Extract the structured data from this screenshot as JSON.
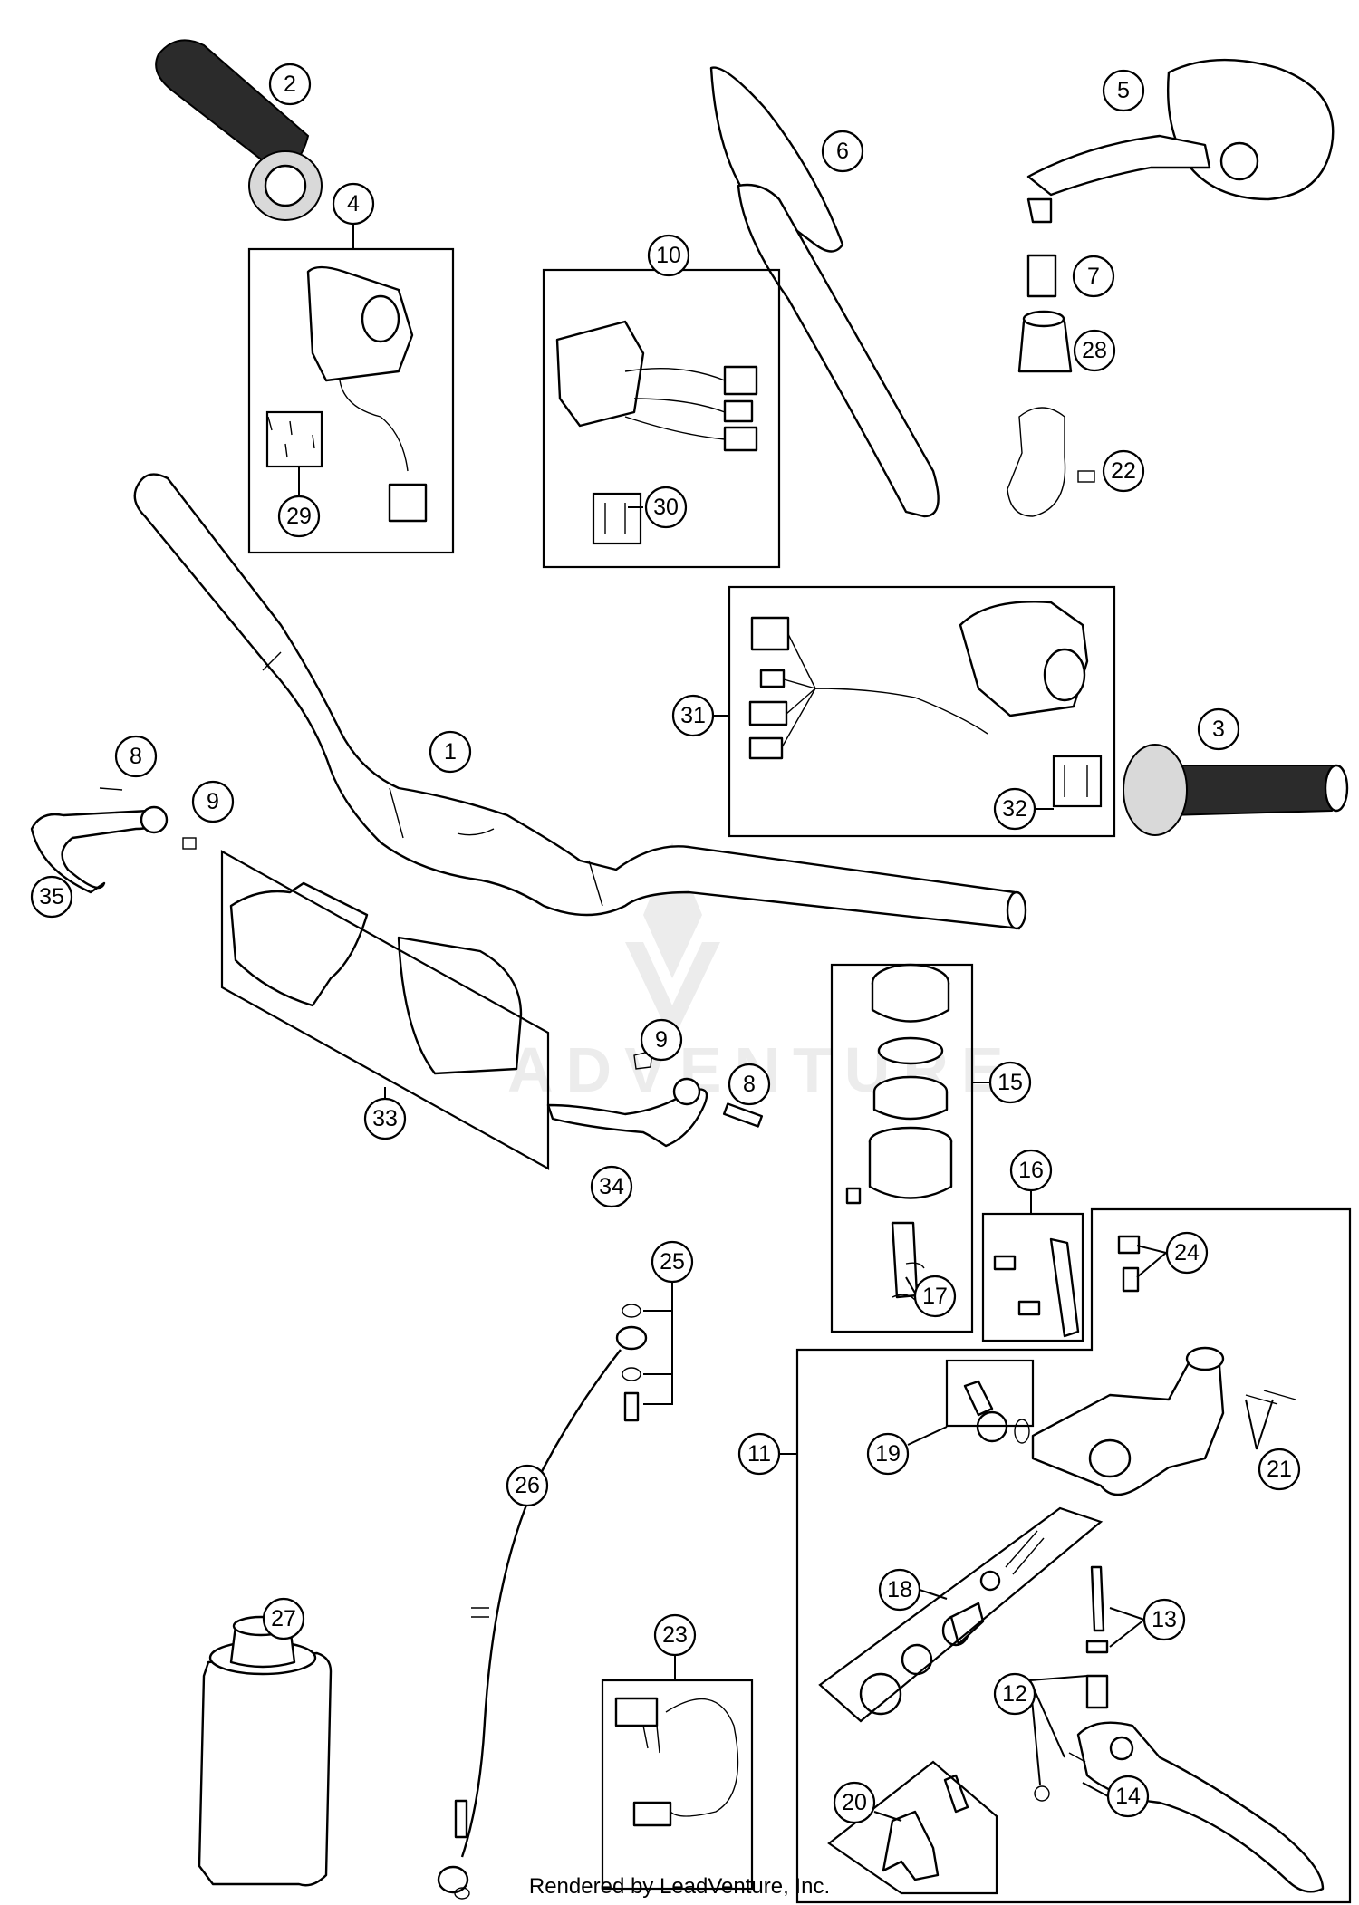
{
  "footer": "Rendered by LeadVenture, Inc.",
  "watermark": {
    "text": "ADVENTURE"
  },
  "callouts": [
    {
      "id": "c1",
      "label": "1"
    },
    {
      "id": "c2",
      "label": "2"
    },
    {
      "id": "c3",
      "label": "3"
    },
    {
      "id": "c4",
      "label": "4"
    },
    {
      "id": "c5",
      "label": "5"
    },
    {
      "id": "c6",
      "label": "6"
    },
    {
      "id": "c7",
      "label": "7"
    },
    {
      "id": "c8a",
      "label": "8"
    },
    {
      "id": "c8b",
      "label": "8"
    },
    {
      "id": "c9a",
      "label": "9"
    },
    {
      "id": "c9b",
      "label": "9"
    },
    {
      "id": "c10",
      "label": "10"
    },
    {
      "id": "c11",
      "label": "11"
    },
    {
      "id": "c12",
      "label": "12"
    },
    {
      "id": "c13",
      "label": "13"
    },
    {
      "id": "c14",
      "label": "14"
    },
    {
      "id": "c15",
      "label": "15"
    },
    {
      "id": "c16",
      "label": "16"
    },
    {
      "id": "c17",
      "label": "17"
    },
    {
      "id": "c18",
      "label": "18"
    },
    {
      "id": "c19",
      "label": "19"
    },
    {
      "id": "c20",
      "label": "20"
    },
    {
      "id": "c21",
      "label": "21"
    },
    {
      "id": "c22",
      "label": "22"
    },
    {
      "id": "c23",
      "label": "23"
    },
    {
      "id": "c24",
      "label": "24"
    },
    {
      "id": "c25",
      "label": "25"
    },
    {
      "id": "c26",
      "label": "26"
    },
    {
      "id": "c27",
      "label": "27"
    },
    {
      "id": "c28",
      "label": "28"
    },
    {
      "id": "c29",
      "label": "29"
    },
    {
      "id": "c30",
      "label": "30"
    },
    {
      "id": "c31",
      "label": "31"
    },
    {
      "id": "c32",
      "label": "32"
    },
    {
      "id": "c33",
      "label": "33"
    },
    {
      "id": "c34",
      "label": "34"
    },
    {
      "id": "c35",
      "label": "35"
    }
  ]
}
